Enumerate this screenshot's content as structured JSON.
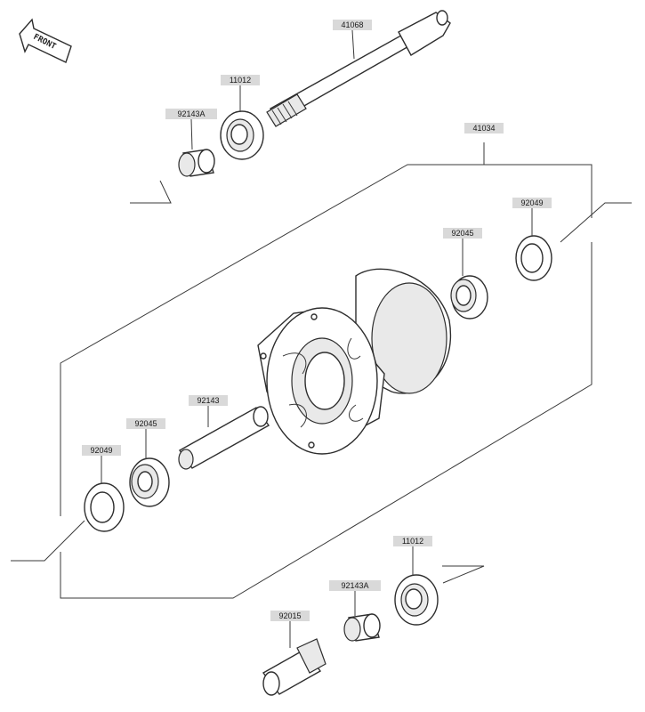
{
  "front_marker": {
    "text": "FRONT"
  },
  "parts": [
    {
      "id": "axle",
      "number": "41068",
      "icon": "front-axle-icon"
    },
    {
      "id": "seal-top",
      "number": "11012",
      "icon": "oil-seal-icon"
    },
    {
      "id": "collar-top",
      "number": "92143A",
      "icon": "collar-icon"
    },
    {
      "id": "hub",
      "number": "41034",
      "icon": "wheel-hub-icon"
    },
    {
      "id": "seal-right",
      "number": "92049",
      "icon": "oil-seal-icon"
    },
    {
      "id": "bearing-right",
      "number": "92045",
      "icon": "ball-bearing-icon"
    },
    {
      "id": "spacer",
      "number": "92143",
      "icon": "spacer-tube-icon"
    },
    {
      "id": "bearing-left",
      "number": "92045",
      "icon": "ball-bearing-icon"
    },
    {
      "id": "seal-left",
      "number": "92049",
      "icon": "oil-seal-icon"
    },
    {
      "id": "seal-bottom",
      "number": "11012",
      "icon": "oil-seal-icon"
    },
    {
      "id": "collar-bottom",
      "number": "92143A",
      "icon": "collar-icon"
    },
    {
      "id": "axle-nut",
      "number": "92015",
      "icon": "axle-nut-icon"
    }
  ]
}
